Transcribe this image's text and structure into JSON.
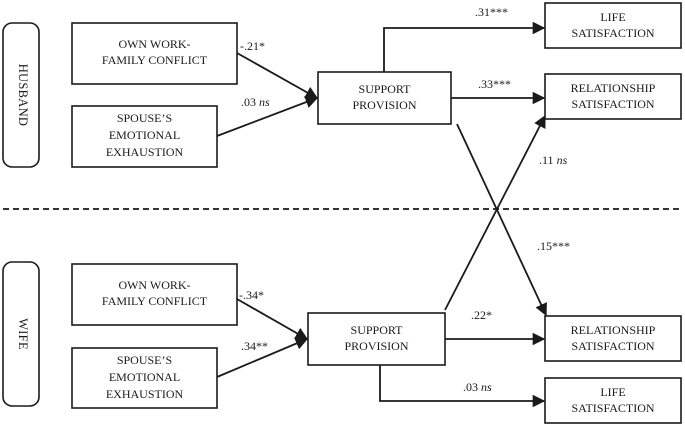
{
  "groups": {
    "husband": "HUSBAND",
    "wife": "WIFE"
  },
  "husband_nodes": {
    "own_wfc": [
      "OWN WORK-",
      "FAMILY CONFLICT"
    ],
    "spouse_exh": [
      "SPOUSE’S",
      "EMOTIONAL",
      "EXHAUSTION"
    ],
    "support": [
      "SUPPORT",
      "PROVISION"
    ],
    "life_sat": [
      "LIFE",
      "SATISFACTION"
    ],
    "rel_sat": [
      "RELATIONSHIP",
      "SATISFACTION"
    ]
  },
  "wife_nodes": {
    "own_wfc": [
      "OWN WORK-",
      "FAMILY CONFLICT"
    ],
    "spouse_exh": [
      "SPOUSE’S",
      "EMOTIONAL",
      "EXHAUSTION"
    ],
    "support": [
      "SUPPORT",
      "PROVISION"
    ],
    "rel_sat": [
      "RELATIONSHIP",
      "SATISFACTION"
    ],
    "life_sat": [
      "LIFE",
      "SATISFACTION"
    ]
  },
  "coefficients": {
    "h_wfc_support": {
      "value": "-.21*",
      "ns": ""
    },
    "h_exh_support": {
      "value": ".03 ",
      "ns": "ns"
    },
    "h_support_life": {
      "value": ".31***",
      "ns": ""
    },
    "h_support_rel": {
      "value": ".33***",
      "ns": ""
    },
    "w_support_h_rel": {
      "value": ".11 ",
      "ns": "ns"
    },
    "h_support_w_rel": {
      "value": ".15***",
      "ns": ""
    },
    "w_wfc_support": {
      "value": "-.34*",
      "ns": ""
    },
    "w_exh_support": {
      "value": ".34**",
      "ns": ""
    },
    "w_support_rel": {
      "value": ".22*",
      "ns": ""
    },
    "w_support_life": {
      "value": ".03 ",
      "ns": "ns"
    }
  }
}
